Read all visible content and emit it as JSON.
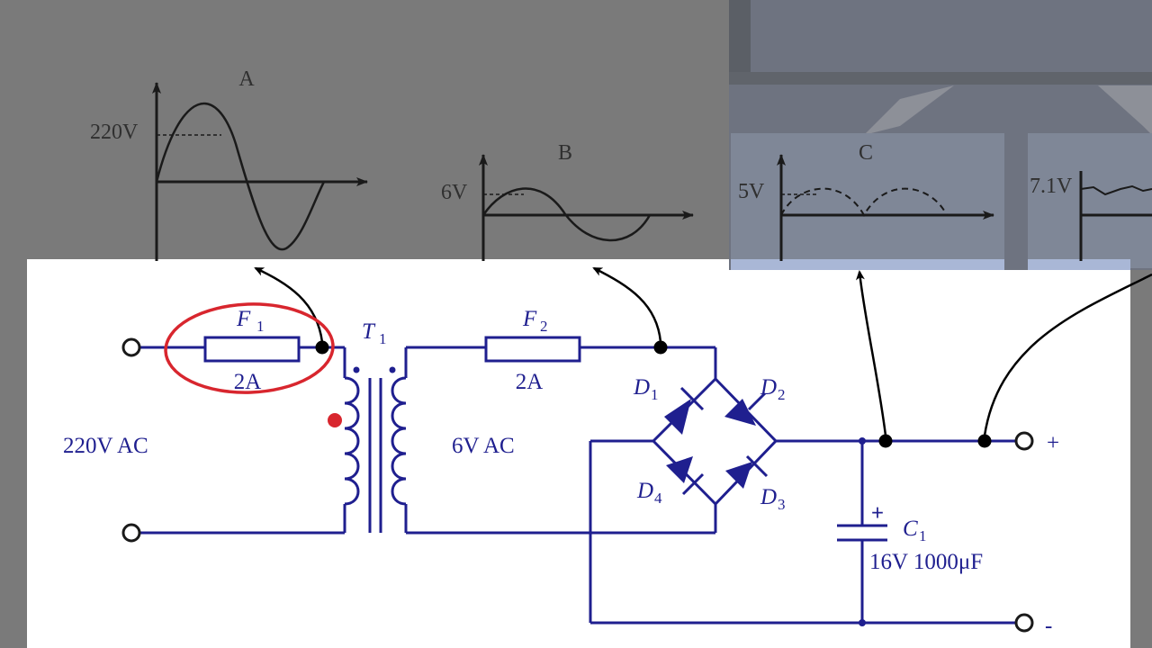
{
  "waveforms": {
    "a": {
      "title": "A",
      "level": "220V"
    },
    "b": {
      "title": "B",
      "level": "6V"
    },
    "c": {
      "title": "C",
      "level": "5V"
    },
    "d": {
      "level": "7.1V"
    }
  },
  "circuit": {
    "input_label": "220V AC",
    "fuse1": {
      "letter": "F",
      "sub": "1",
      "rating": "2A"
    },
    "fuse2": {
      "letter": "F",
      "sub": "2",
      "rating": "2A"
    },
    "transformer": {
      "letter": "T",
      "sub": "1"
    },
    "secondary_label": "6V AC",
    "diodes": [
      {
        "letter": "D",
        "sub": "1"
      },
      {
        "letter": "D",
        "sub": "2"
      },
      {
        "letter": "D",
        "sub": "3"
      },
      {
        "letter": "D",
        "sub": "4"
      }
    ],
    "capacitor": {
      "letter": "C",
      "sub": "1",
      "polarity": "+",
      "value": "16V 1000μF"
    },
    "output_plus": "+",
    "output_minus": "-"
  },
  "colors": {
    "wire": "#1f1f8f",
    "panel": "#ffffff",
    "overlay": "#7a7a7a",
    "highlight": "#d8262e",
    "leader": "#000000"
  }
}
